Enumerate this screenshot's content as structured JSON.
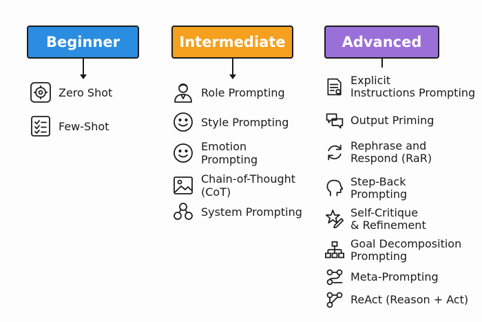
{
  "columns": [
    {
      "title": "Beginner",
      "color": "#2b8de0",
      "items": [
        {
          "icon": "target-icon",
          "label": "Zero Shot"
        },
        {
          "icon": "checklist-icon",
          "label": "Few-Shot"
        }
      ]
    },
    {
      "title": "Intermediate",
      "color": "#f5a01e",
      "items": [
        {
          "icon": "person-icon",
          "label": "Role Prompting"
        },
        {
          "icon": "smiley-icon",
          "label": "Style Prompting"
        },
        {
          "icon": "smiley-icon",
          "label": "Emotion\nPrompting"
        },
        {
          "icon": "image-icon",
          "label": "Chain-of-Thought\n(CoT)"
        },
        {
          "icon": "group-icon",
          "label": "System Prompting"
        }
      ]
    },
    {
      "title": "Advanced",
      "color": "#9b6fd8",
      "items": [
        {
          "icon": "document-icon",
          "label": "Explicit\nInstructions Prompting"
        },
        {
          "icon": "chat-bubbles-icon",
          "label": "Output Priming"
        },
        {
          "icon": "refresh-icon",
          "label": "Rephrase and\nRespond (RaR)"
        },
        {
          "icon": "head-icon",
          "label": "Step-Back\nPrompting"
        },
        {
          "icon": "star-pencil-icon",
          "label": "Self-Critique\n& Refinement"
        },
        {
          "icon": "hierarchy-icon",
          "label": "Goal Decomposition\nPrompting"
        },
        {
          "icon": "workflow-icon",
          "label": "Meta-Prompting"
        },
        {
          "icon": "nodes-icon",
          "label": "ReAct (Reason + Act)"
        }
      ]
    }
  ]
}
